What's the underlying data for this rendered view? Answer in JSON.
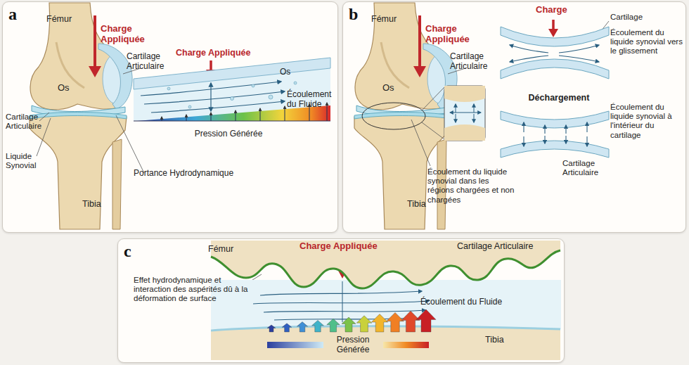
{
  "diagram": {
    "nodes": [
      {
        "text": [
          "a"
        ]
      },
      {
        "text": [
          "b"
        ]
      },
      {
        "text": [
          "c"
        ]
      }
    ],
    "labels": [
      "Fémur",
      "Charge Appliquée",
      "Os",
      "Cartilage Articulaire",
      "Charge Appliquée",
      "Os",
      "Écoulement du Fluide",
      "Pression Générée",
      "Cartilage Articulaire",
      "Liquide Synovial",
      "Portance Hydrodynamique",
      "Tibia",
      "Fémur",
      "Charge Appliquée",
      "Cartilage Articulaire",
      "Os",
      "Tibia",
      "Écoulement du liquide synovial dans les régions chargées et non chargées",
      "Charge",
      "Cartilage",
      "Écoulement du liquide synovial vers le glissement",
      "Déchargement",
      "Écoulement du liquide synovial à l'intérieur du cartilage",
      "Cartilage Articulaire",
      "Fémur",
      "Charge Appliquée",
      "Cartilage Articulaire",
      "Effet hydrodynamique et interaction des aspérités dû à la déformation de surface",
      "Écoulement du Fluide",
      "Pression Générée",
      "Tibia"
    ]
  }
}
